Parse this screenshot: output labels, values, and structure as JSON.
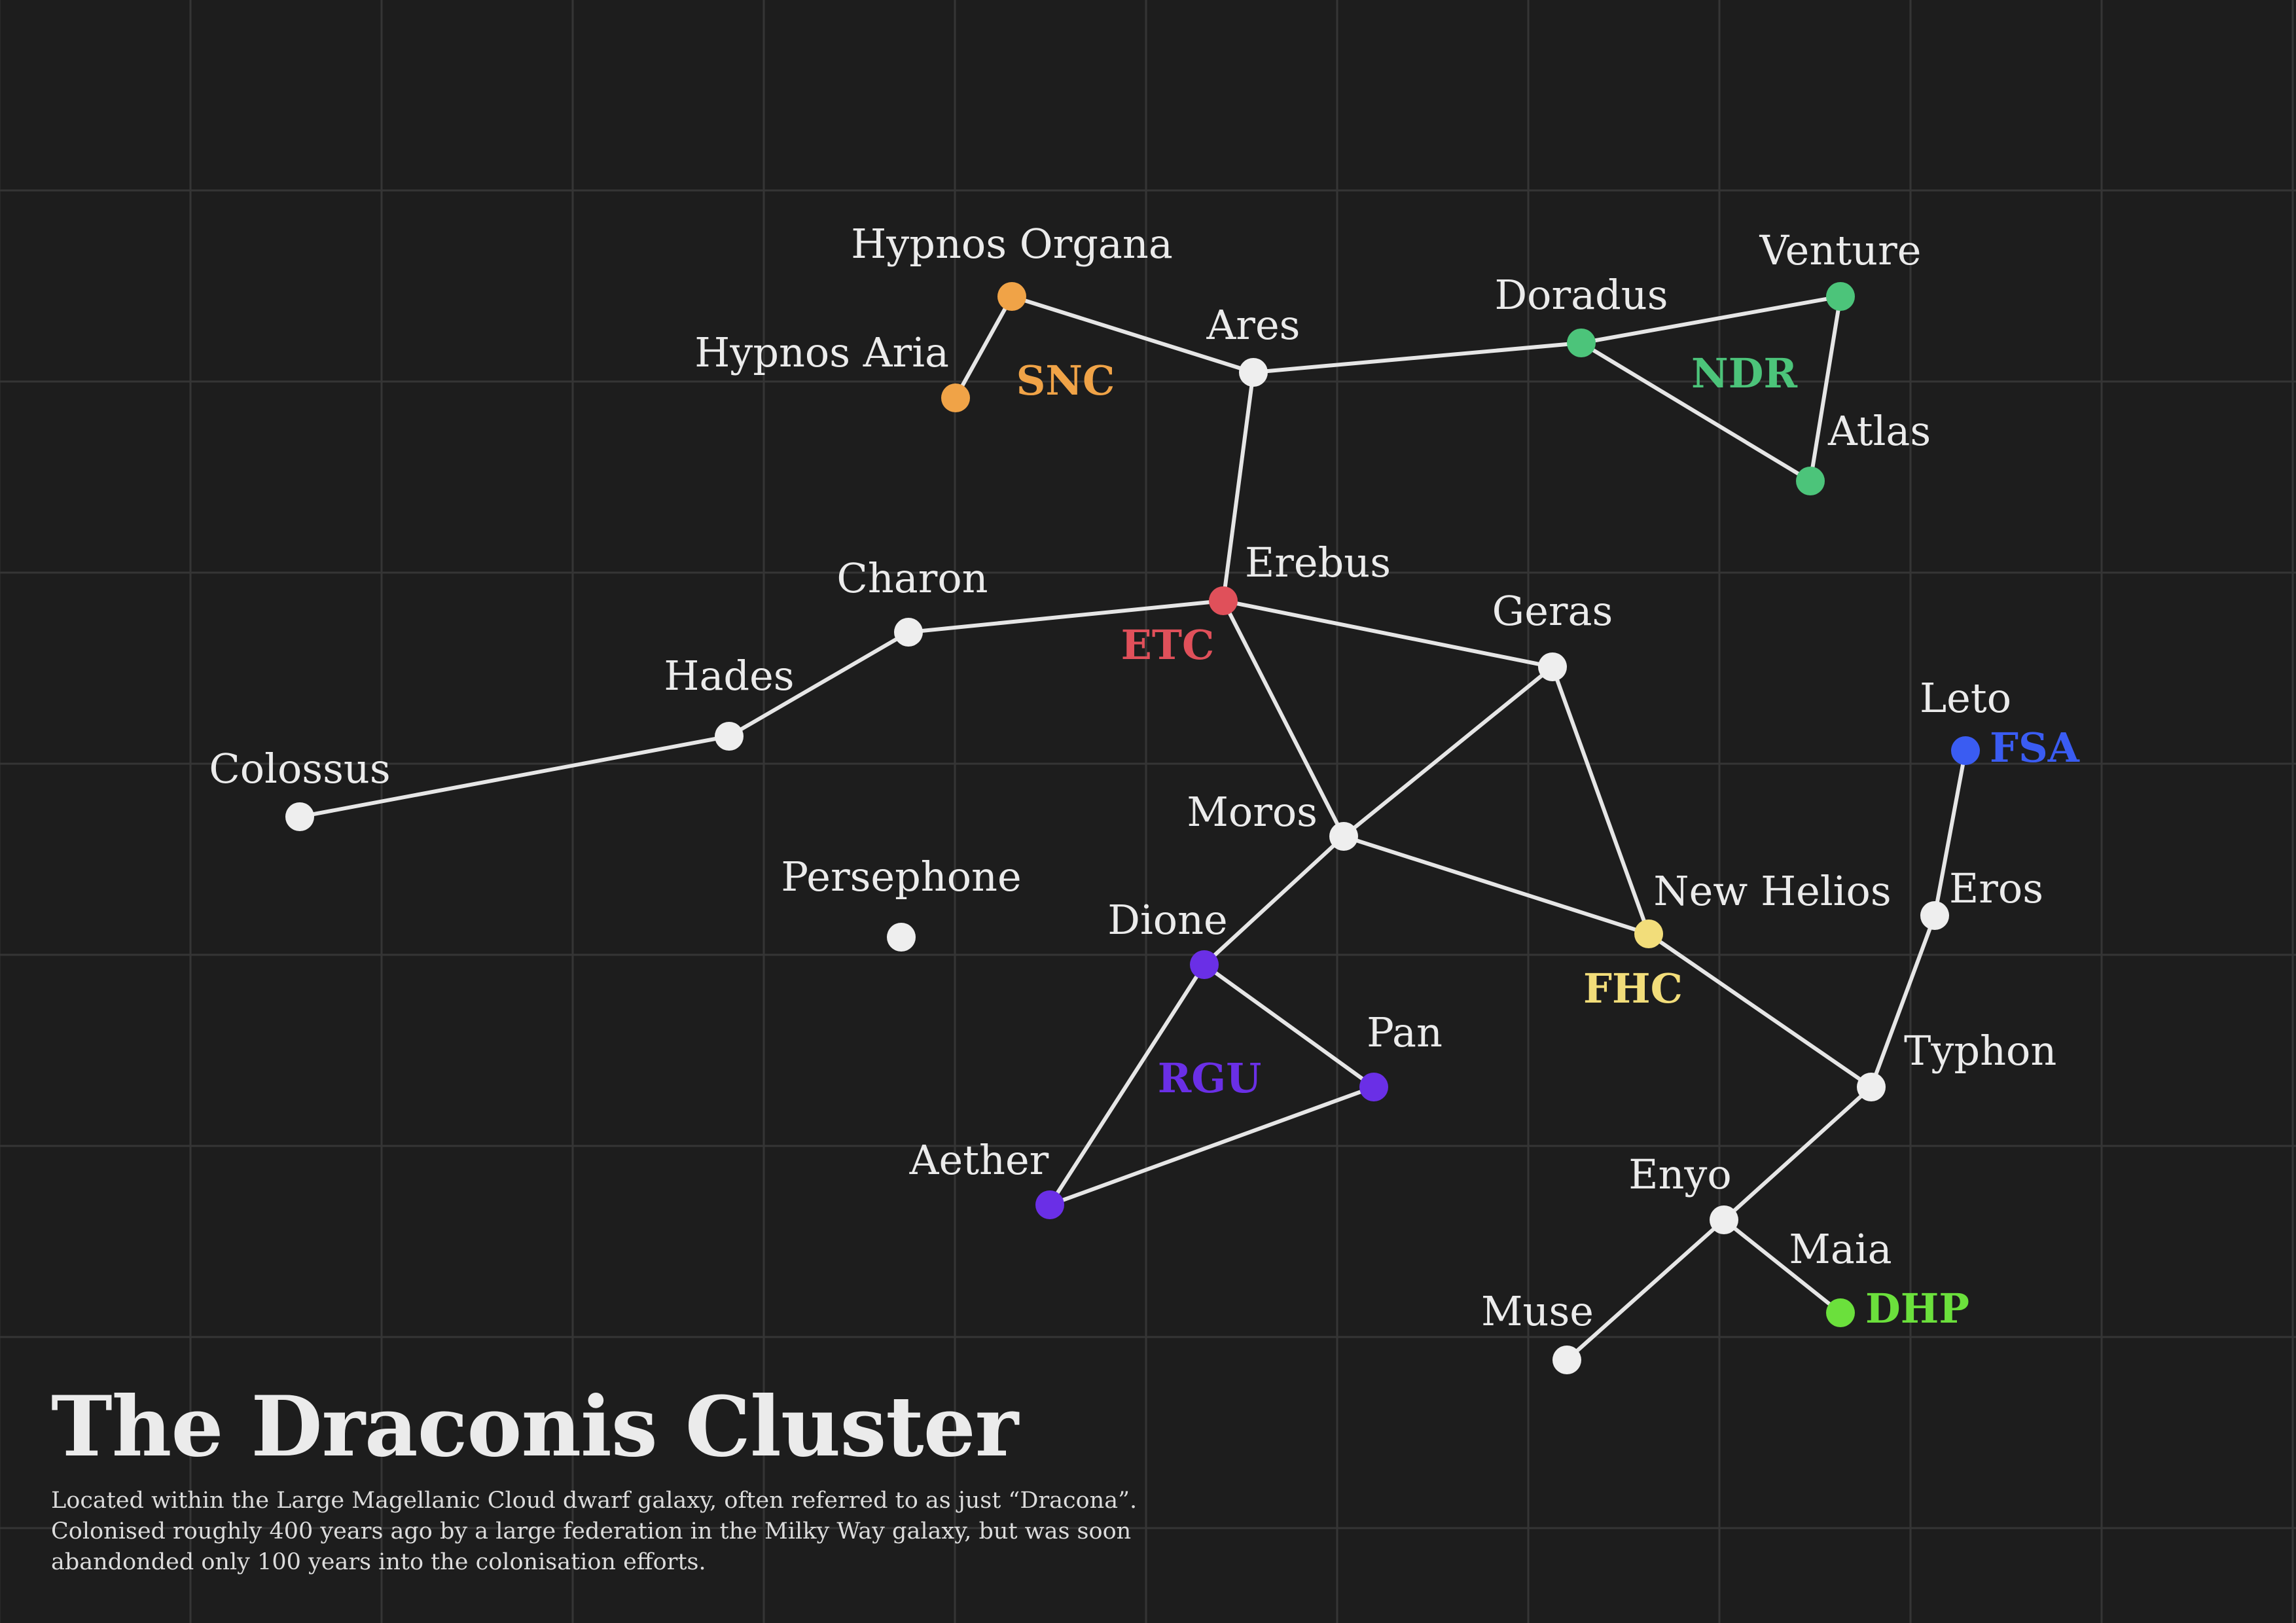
{
  "title": "The Draconis Cluster",
  "description": "Located within the Large Magellanic Cloud dwarf galaxy, often referred to as just “Dracona”. Colonised roughly 400 years ago by a large federation in the Milky Way galaxy, but was soon abandonded only 100 years into the colonisation efforts.",
  "colors": {
    "background": "#1d1d1d",
    "grid": "#353535",
    "edge": "#e6e6e6",
    "neutral": "#eeeeee"
  },
  "factions": [
    {
      "id": "SNC",
      "label": "SNC",
      "color": "#f0a347"
    },
    {
      "id": "NDR",
      "label": "NDR",
      "color": "#4cc47a"
    },
    {
      "id": "ETC",
      "label": "ETC",
      "color": "#e0505a"
    },
    {
      "id": "FSA",
      "label": "FSA",
      "color": "#3a5cf2"
    },
    {
      "id": "FHC",
      "label": "FHC",
      "color": "#f2dd7a"
    },
    {
      "id": "RGU",
      "label": "RGU",
      "color": "#6a2fe6"
    },
    {
      "id": "DHP",
      "label": "DHP",
      "color": "#6be03c"
    }
  ],
  "systems": [
    {
      "id": "hypnos-organa",
      "name": "Hypnos Organa",
      "faction": "SNC"
    },
    {
      "id": "hypnos-aria",
      "name": "Hypnos Aria",
      "faction": "SNC"
    },
    {
      "id": "ares",
      "name": "Ares",
      "faction": null
    },
    {
      "id": "doradus",
      "name": "Doradus",
      "faction": "NDR"
    },
    {
      "id": "venture",
      "name": "Venture",
      "faction": "NDR"
    },
    {
      "id": "atlas",
      "name": "Atlas",
      "faction": "NDR"
    },
    {
      "id": "erebus",
      "name": "Erebus",
      "faction": "ETC"
    },
    {
      "id": "charon",
      "name": "Charon",
      "faction": null
    },
    {
      "id": "hades",
      "name": "Hades",
      "faction": null
    },
    {
      "id": "colossus",
      "name": "Colossus",
      "faction": null
    },
    {
      "id": "geras",
      "name": "Geras",
      "faction": null
    },
    {
      "id": "leto",
      "name": "Leto",
      "faction": "FSA"
    },
    {
      "id": "moros",
      "name": "Moros",
      "faction": null
    },
    {
      "id": "persephone",
      "name": "Persephone",
      "faction": null
    },
    {
      "id": "dione",
      "name": "Dione",
      "faction": "RGU"
    },
    {
      "id": "new-helios",
      "name": "New Helios",
      "faction": "FHC"
    },
    {
      "id": "eros",
      "name": "Eros",
      "faction": null
    },
    {
      "id": "pan",
      "name": "Pan",
      "faction": "RGU"
    },
    {
      "id": "typhon",
      "name": "Typhon",
      "faction": null
    },
    {
      "id": "aether",
      "name": "Aether",
      "faction": "RGU"
    },
    {
      "id": "enyo",
      "name": "Enyo",
      "faction": null
    },
    {
      "id": "maia",
      "name": "Maia",
      "faction": "DHP"
    },
    {
      "id": "muse",
      "name": "Muse",
      "faction": null
    }
  ],
  "routes": [
    [
      "hypnos-aria",
      "hypnos-organa"
    ],
    [
      "hypnos-organa",
      "ares"
    ],
    [
      "ares",
      "doradus"
    ],
    [
      "doradus",
      "venture"
    ],
    [
      "venture",
      "atlas"
    ],
    [
      "doradus",
      "atlas"
    ],
    [
      "ares",
      "erebus"
    ],
    [
      "erebus",
      "charon"
    ],
    [
      "charon",
      "hades"
    ],
    [
      "hades",
      "colossus"
    ],
    [
      "erebus",
      "geras"
    ],
    [
      "erebus",
      "moros"
    ],
    [
      "geras",
      "moros"
    ],
    [
      "geras",
      "new-helios"
    ],
    [
      "moros",
      "new-helios"
    ],
    [
      "moros",
      "dione"
    ],
    [
      "dione",
      "pan"
    ],
    [
      "dione",
      "aether"
    ],
    [
      "aether",
      "pan"
    ],
    [
      "new-helios",
      "typhon"
    ],
    [
      "leto",
      "eros"
    ],
    [
      "eros",
      "typhon"
    ],
    [
      "typhon",
      "enyo"
    ],
    [
      "enyo",
      "maia"
    ],
    [
      "enyo",
      "muse"
    ]
  ]
}
